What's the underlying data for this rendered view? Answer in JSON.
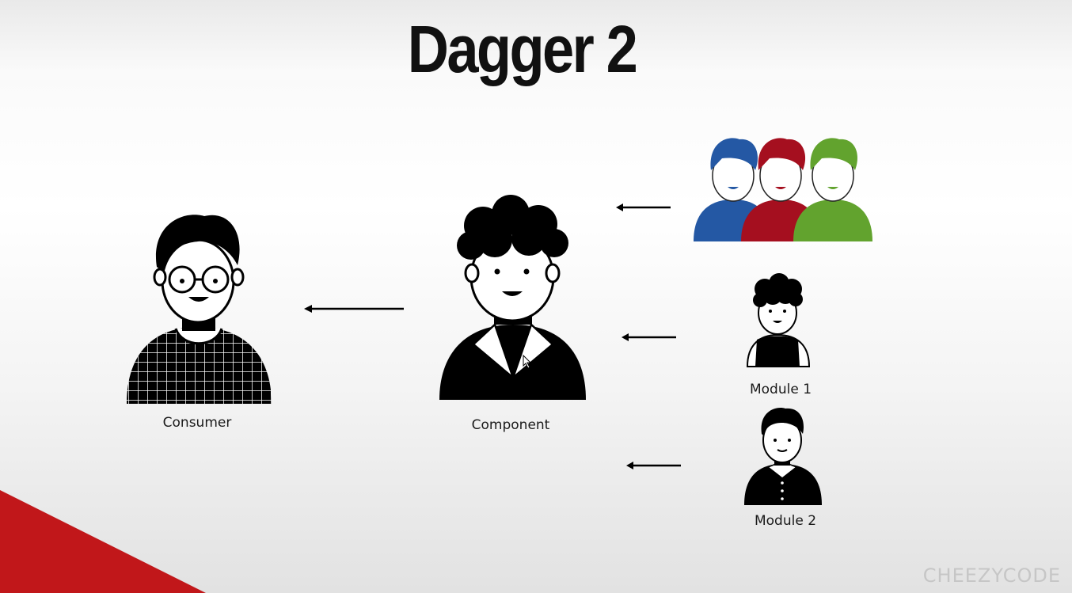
{
  "title": "Dagger 2",
  "nodes": {
    "consumer": {
      "label": "Consumer"
    },
    "component": {
      "label": "Component"
    },
    "module1": {
      "label": "Module 1"
    },
    "module2": {
      "label": "Module 2"
    }
  },
  "group_colors": [
    "#2458a4",
    "#a50f1f",
    "#62a32e"
  ],
  "watermark": "CHEEZYCODE"
}
